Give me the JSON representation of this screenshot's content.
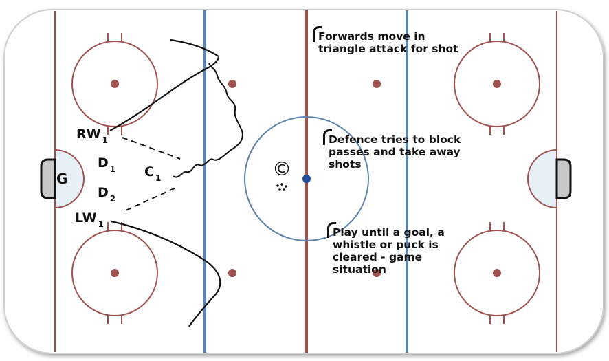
{
  "players": {
    "goalie": "G",
    "rw": {
      "name": "RW",
      "sub": "1"
    },
    "d1": {
      "name": "D",
      "sub": "1"
    },
    "d2": {
      "name": "D",
      "sub": "2"
    },
    "c1": {
      "name": "C",
      "sub": "1"
    },
    "lw": {
      "name": "LW",
      "sub": "1"
    },
    "coach": "©"
  },
  "notes": {
    "n1": [
      "Forwards move in",
      "triangle attack for shot"
    ],
    "n2": [
      "Defence tries to block",
      "passes and take away",
      "shots"
    ],
    "n3": [
      "Play until a goal, a",
      "whistle or puck is",
      "cleared - game",
      "situation"
    ]
  },
  "colors": {
    "red_line": "#a0524f",
    "blue_line": "#5b84b0",
    "center_dot": "#1f4e9a",
    "crease_fill": "#e7f0f7",
    "net_fill": "#c8c8c8",
    "ink": "#111111"
  }
}
